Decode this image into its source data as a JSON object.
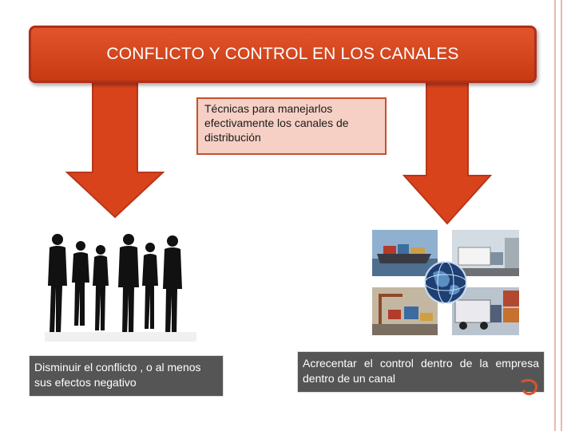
{
  "title": "CONFLICTO Y CONTROL EN LOS CANALES",
  "center_box": {
    "text": "Técnicas para manejarlos efectivamente los canales de distribución"
  },
  "left_caption": {
    "text": "Disminuir el conflicto , o al menos sus efectos negativo"
  },
  "right_caption": {
    "text": "Acrecentar el control dentro de la empresa dentro de un canal"
  },
  "colors": {
    "banner": "#d9471f",
    "arrow": "#d8431c",
    "box_fill": "#f6d0c5",
    "caption_bg": "#555555"
  },
  "images": {
    "left": "business-people-silhouettes",
    "right": "logistics-globe-collage"
  }
}
